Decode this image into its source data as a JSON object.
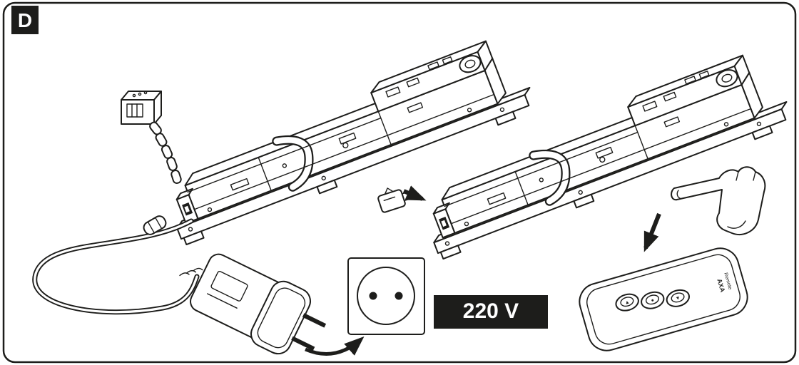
{
  "step_label": "D",
  "voltage_badge": {
    "label": "220 V"
  },
  "remote": {
    "brand": "AXA",
    "model": "Remote",
    "button_icons": [
      "▲",
      "●",
      "▼"
    ]
  },
  "colors": {
    "line": "#1d1d1b",
    "background": "#ffffff",
    "badge_bg": "#1d1d1b",
    "badge_text": "#ffffff"
  }
}
